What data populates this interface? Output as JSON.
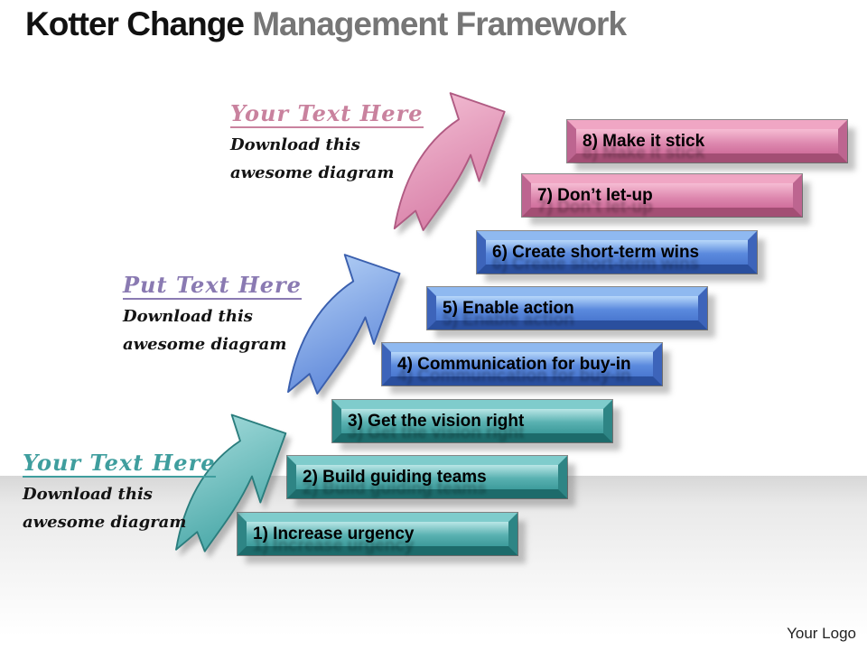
{
  "title": {
    "primary": "Kotter Change",
    "secondary": "Management Framework"
  },
  "steps": [
    {
      "label": "1) Increase urgency",
      "color": "#4fb0b0",
      "color_name": "teal"
    },
    {
      "label": "2) Build guiding teams",
      "color": "#4fb0b0",
      "color_name": "teal"
    },
    {
      "label": "3) Get the vision right",
      "color": "#4fb0b0",
      "color_name": "teal"
    },
    {
      "label": "4) Communication for buy-in",
      "color": "#5b8ade",
      "color_name": "blue"
    },
    {
      "label": "5) Enable action",
      "color": "#5b8ade",
      "color_name": "blue"
    },
    {
      "label": "6) Create short-term wins",
      "color": "#5b8ade",
      "color_name": "blue"
    },
    {
      "label": "7) Don’t let-up",
      "color": "#dd87ae",
      "color_name": "pink"
    },
    {
      "label": "8) Make it stick",
      "color": "#dd87ae",
      "color_name": "pink"
    }
  ],
  "annotations": [
    {
      "heading": "Your Text Here",
      "line1": "Download this",
      "line2": "awesome diagram",
      "heading_color": "#c9829e"
    },
    {
      "heading": "Put Text Here",
      "line1": "Download this",
      "line2": "awesome diagram",
      "heading_color": "#8a7ab2"
    },
    {
      "heading": "Your Text Here",
      "line1": "Download this",
      "line2": "awesome diagram",
      "heading_color": "#3f9e9e"
    }
  ],
  "arrows": [
    {
      "name": "curved-arrow-pink",
      "color": "#dd87ae"
    },
    {
      "name": "curved-arrow-blue",
      "color": "#6590dc"
    },
    {
      "name": "curved-arrow-teal",
      "color": "#4fb0b0"
    }
  ],
  "footer": {
    "logo_text": "Your Logo"
  }
}
